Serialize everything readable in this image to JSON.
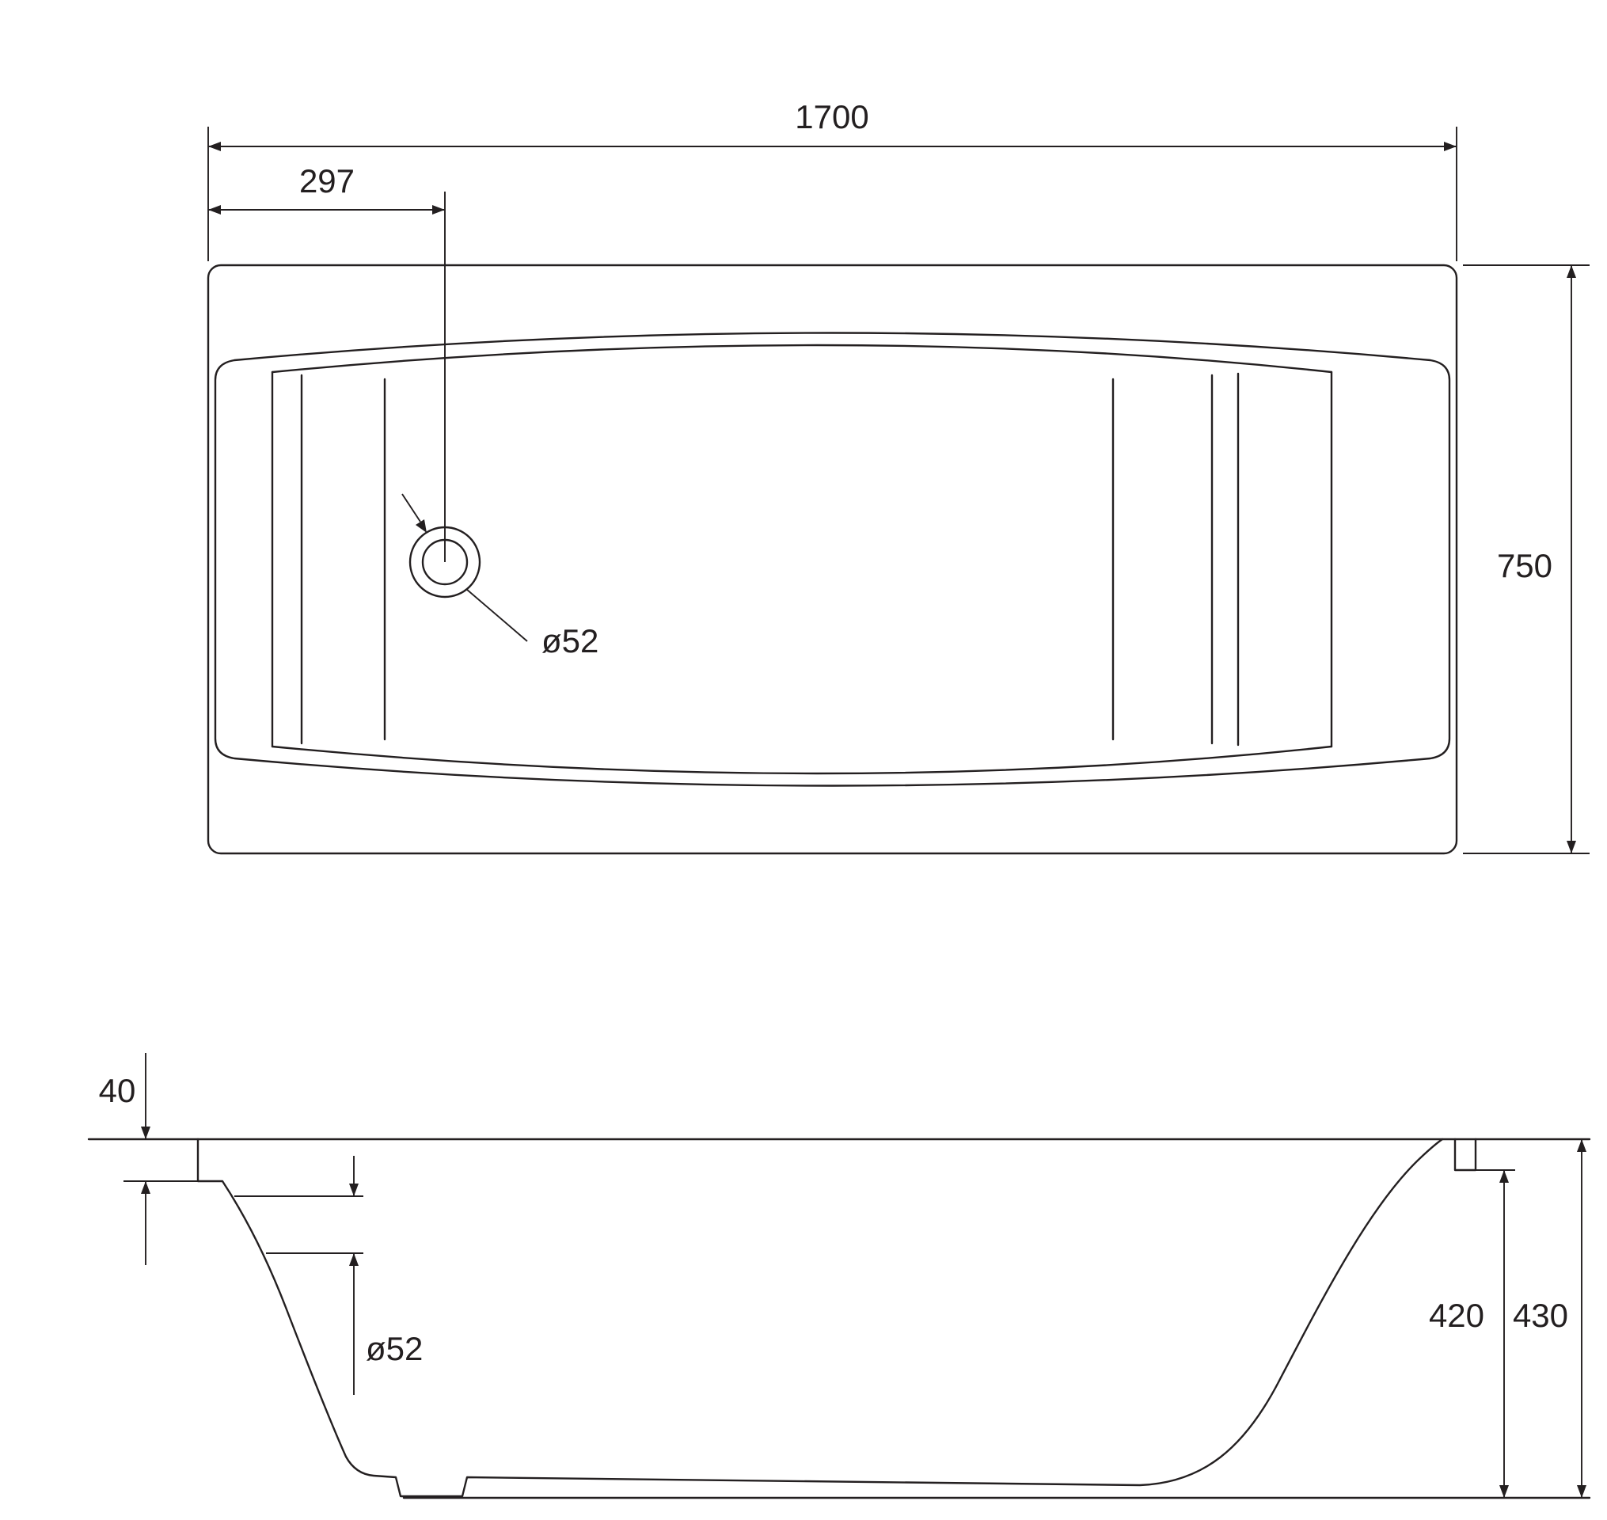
{
  "page": {
    "background": "#ffffff",
    "line_color": "#231f20"
  },
  "top_view": {
    "width_label": "1700",
    "drain_offset_label": "297",
    "depth_label": "750",
    "drain_diameter_label": "ø52"
  },
  "side_view": {
    "rim_edge_label": "40",
    "drain_diameter_label": "ø52",
    "inner_depth_label": "420",
    "overall_height_label": "430"
  }
}
